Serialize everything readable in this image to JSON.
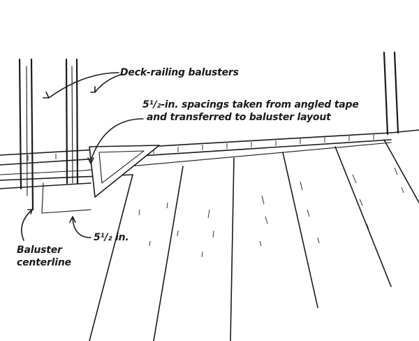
{
  "labels": {
    "balusters": "Deck-railing balusters",
    "spacing_line1": "5¹/₂-in. spacings taken from angled tape",
    "spacing_line2": "and transferred to baluster layout",
    "dimension": "5¹/₂ in.",
    "centerline_line1": "Baluster",
    "centerline_line2": "centerline"
  }
}
